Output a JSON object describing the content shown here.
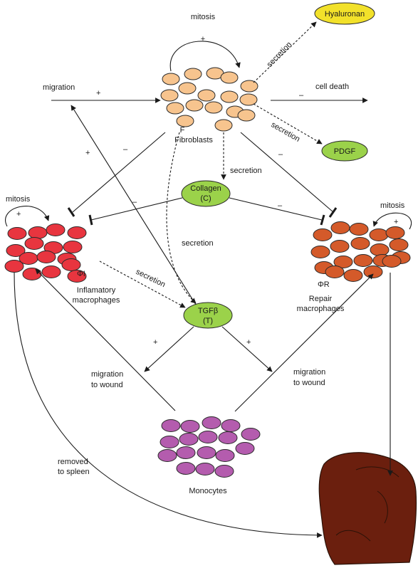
{
  "nodes": {
    "fibroblasts": {
      "symbol": "F",
      "label": "Fibroblasts",
      "color": "#f7c48e",
      "cell_count": 16
    },
    "inflammatory_macrophages": {
      "symbol": "ΦI",
      "label_line1": "Inflamatory",
      "label_line2": "macrophages",
      "color": "#e8353f",
      "cell_count": 16
    },
    "repair_macrophages": {
      "symbol": "ΦR",
      "label_line1": "Repair",
      "label_line2": "macrophages",
      "color": "#d45a2a",
      "cell_count": 17
    },
    "monocytes": {
      "label": "Monocytes",
      "color": "#b45cae",
      "cell_count": 16
    },
    "spleen": {
      "color": "#6b1f0e"
    }
  },
  "molecules": {
    "hyaluronan": {
      "label": "Hyaluronan",
      "color": "#f2e12a"
    },
    "pdgf": {
      "label": "PDGF",
      "color": "#9bd24a"
    },
    "collagen": {
      "line1": "Collagen",
      "line2": "(C)",
      "color": "#9bd24a"
    },
    "tgfb": {
      "line1": "TGFβ",
      "line2": "(T)",
      "color": "#9bd24a"
    }
  },
  "edge_labels": {
    "mitosis_f": "mitosis",
    "mitosis_i": "mitosis",
    "mitosis_r": "mitosis",
    "migration_f": "migration",
    "cell_death": "cell death",
    "secretion_hyaluronan": "secretion",
    "secretion_pdgf": "secretion",
    "secretion_collagen": "secretion",
    "secretion_tgfb_f": "secretion",
    "secretion_tgfb_i": "secretion",
    "migration_wound_left_1": "migration",
    "migration_wound_left_2": "to wound",
    "migration_wound_right_1": "migration",
    "migration_wound_right_2": "to wound",
    "spleen_1": "removed",
    "spleen_2": "to spleen"
  },
  "signs": {
    "plus": "+",
    "minus": "–"
  }
}
